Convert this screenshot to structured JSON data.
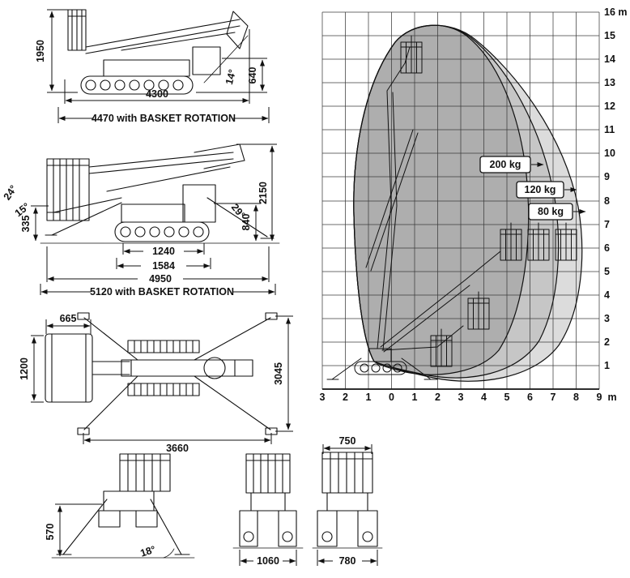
{
  "dimension_views": {
    "side_view_stowed": {
      "overall_height": "1950",
      "rear_height": "640",
      "boom_angle": "14°",
      "overall_length": "4300",
      "length_with_basket_rotation": "4470 with BASKET ROTATION"
    },
    "side_view_outriggers": {
      "outrigger_angle_upper": "24°",
      "outrigger_angle_lower": "15°",
      "ground_clearance": "335",
      "stowed_height": "2150",
      "chassis_height": "840",
      "rear_outrigger_angle": "29°",
      "track_contact_length": "1240",
      "track_overall_length": "1584",
      "overall_length": "4950",
      "length_with_basket_rotation": "5120 with BASKET ROTATION"
    },
    "top_view": {
      "basket_width": "665",
      "basket_length": "1200",
      "outrigger_footprint_length": "3045",
      "outrigger_footprint_width": "3660"
    },
    "front_view_outriggers": {
      "clearance_height": "570",
      "outrigger_angle": "18°"
    },
    "rear_view_narrow": {
      "overall_width": "1060"
    },
    "rear_view_wide": {
      "basket_width": "750",
      "track_width": "780"
    }
  },
  "envelope_chart": {
    "y_axis_top_label": "16 m",
    "y_tick_labels": [
      "15",
      "14",
      "13",
      "12",
      "11",
      "10",
      "9",
      "8",
      "7",
      "6",
      "5",
      "4",
      "3",
      "2",
      "1"
    ],
    "x_tick_labels": [
      "3",
      "2",
      "1",
      "0",
      "1",
      "2",
      "3",
      "4",
      "5",
      "6",
      "7",
      "8",
      "9"
    ],
    "x_axis_unit": "m",
    "load_zones": [
      {
        "label": "200 kg",
        "fill": "#aeaeae"
      },
      {
        "label": "120 kg",
        "fill": "#c6c6c6"
      },
      {
        "label": "80 kg",
        "fill": "#dcdcdc"
      }
    ]
  },
  "chart_data": {
    "type": "area",
    "title": "Working envelope by basket load",
    "x_axis": {
      "unit": "m",
      "tick_labels": [
        "3",
        "2",
        "1",
        "0",
        "1",
        "2",
        "3",
        "4",
        "5",
        "6",
        "7",
        "8",
        "9"
      ]
    },
    "y_axis": {
      "unit": "m",
      "max_label": "16 m",
      "ticks": [
        1,
        2,
        3,
        4,
        5,
        6,
        7,
        8,
        9,
        10,
        11,
        12,
        13,
        14,
        15,
        16
      ]
    },
    "series": [
      {
        "name": "200 kg",
        "approx_max_height_m": 15.4,
        "approx_max_outreach_m": 6.0
      },
      {
        "name": "120 kg",
        "approx_max_height_m": 15.4,
        "approx_max_outreach_m": 7.2
      },
      {
        "name": "80 kg",
        "approx_max_height_m": 15.4,
        "approx_max_outreach_m": 8.3
      }
    ],
    "grid": true
  }
}
